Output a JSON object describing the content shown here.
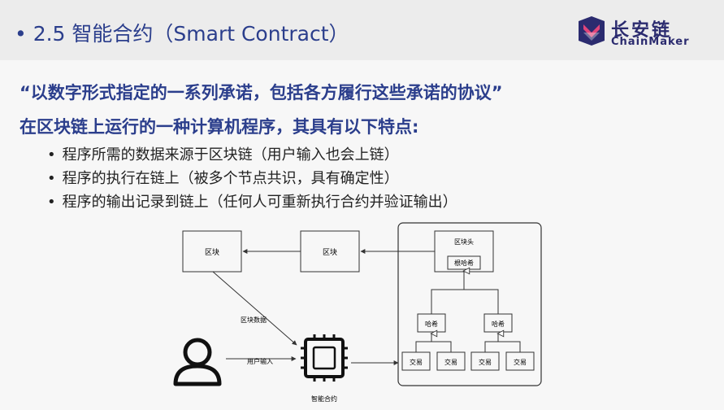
{
  "slide": {
    "title": "• 2.5 智能合约（Smart Contract）",
    "quote": "“以数字形式指定的一系列承诺，包括各方履行这些承诺的协议”",
    "lead": "在区块链上运行的一种计算机程序，其具有以下特点:",
    "bullets": [
      "程序所需的数据来源于区块链（用户输入也会上链）",
      "程序的执行在链上（被多个节点共识，具有确定性）",
      "程序的输出记录到链上（任何人可重新执行合约并验证输出）"
    ]
  },
  "logo": {
    "cn": "长安链",
    "en": "ChainMaker",
    "color": "#2b2b6f"
  },
  "diagram": {
    "block1": "区块",
    "block2": "区块",
    "block_head": "区块头",
    "root_hash": "根哈希",
    "hash_left": "哈希",
    "hash_right": "哈希",
    "tx1": "交易",
    "tx2": "交易",
    "tx3": "交易",
    "tx4": "交易",
    "edge_block_data": "区块数据",
    "edge_user_input": "用户输入",
    "contract_label": "智能合约"
  },
  "colors": {
    "title_blue": "#2b3e8c"
  }
}
